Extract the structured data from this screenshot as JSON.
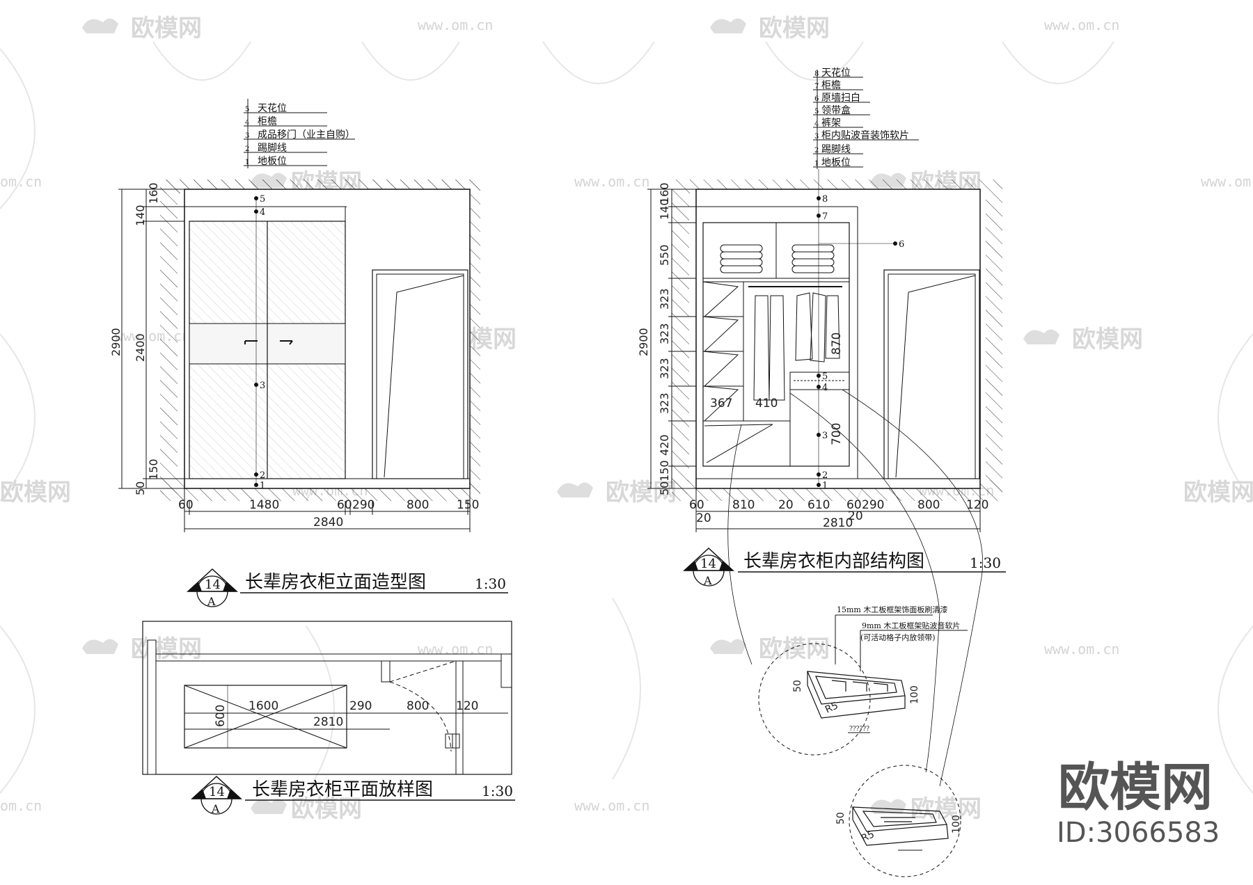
{
  "watermark": {
    "brand": "欧模网",
    "url": "www.om.cn",
    "url_short": "om.cn",
    "id_text": "ID:3066583"
  },
  "elevation": {
    "title": "长辈房衣柜立面造型图",
    "scale": "1:30",
    "index_top": "14",
    "index_bottom": "A",
    "legend": [
      {
        "no": "5",
        "text": "天花位"
      },
      {
        "no": "4",
        "text": "柜檐"
      },
      {
        "no": "3",
        "text": "成品移门（业主自购）"
      },
      {
        "no": "2",
        "text": "踢脚线"
      },
      {
        "no": "1",
        "text": "地板位"
      }
    ],
    "markers": [
      "5",
      "4",
      "3",
      "2",
      "1"
    ],
    "dims_left": [
      "160",
      "140",
      "2900",
      "2400",
      "150",
      "50"
    ],
    "dims_bottom": [
      "60",
      "1480",
      "60",
      "290",
      "800",
      "150"
    ],
    "dim_total": "2840"
  },
  "interior": {
    "title": "长辈房衣柜内部结构图",
    "scale": "1:30",
    "index_top": "14",
    "index_bottom": "A",
    "legend": [
      {
        "no": "8",
        "text": "天花位"
      },
      {
        "no": "7",
        "text": "柜檐"
      },
      {
        "no": "6",
        "text": "原墙扫白"
      },
      {
        "no": "5",
        "text": "领带盒"
      },
      {
        "no": "4",
        "text": "裤架"
      },
      {
        "no": "3",
        "text": "柜内贴波音装饰软片"
      },
      {
        "no": "2",
        "text": "踢脚线"
      },
      {
        "no": "1",
        "text": "地板位"
      }
    ],
    "markers": [
      "8",
      "7",
      "6",
      "5",
      "4",
      "3",
      "2",
      "1"
    ],
    "dims_left": [
      "160",
      "140",
      "550",
      "323",
      "323",
      "323",
      "323",
      "420",
      "150",
      "50",
      "2900"
    ],
    "inner_dims": [
      "367",
      "410",
      "870",
      "700"
    ],
    "dims_bottom": [
      "60",
      "810",
      "20",
      "610",
      "60",
      "290",
      "800",
      "120"
    ],
    "dims_bottom2": [
      "20",
      "20"
    ],
    "dim_total": "2810"
  },
  "plan": {
    "title": "长辈房衣柜平面放样图",
    "scale": "1:30",
    "index_top": "14",
    "index_bottom": "A",
    "dims": [
      "1600",
      "290",
      "800",
      "120",
      "600",
      "2810"
    ]
  },
  "detail": {
    "note1": "15mm 木工板框架饰面板刷清漆",
    "note2": "9mm 木工板框架贴波音软片",
    "note3": "(可活动格子内放领带)",
    "d1_h": "50",
    "d1_r": "R5",
    "d1_d": "100",
    "d1_tag": "??????",
    "d2_h": "50",
    "d2_r": "R5",
    "d2_d": "100"
  }
}
